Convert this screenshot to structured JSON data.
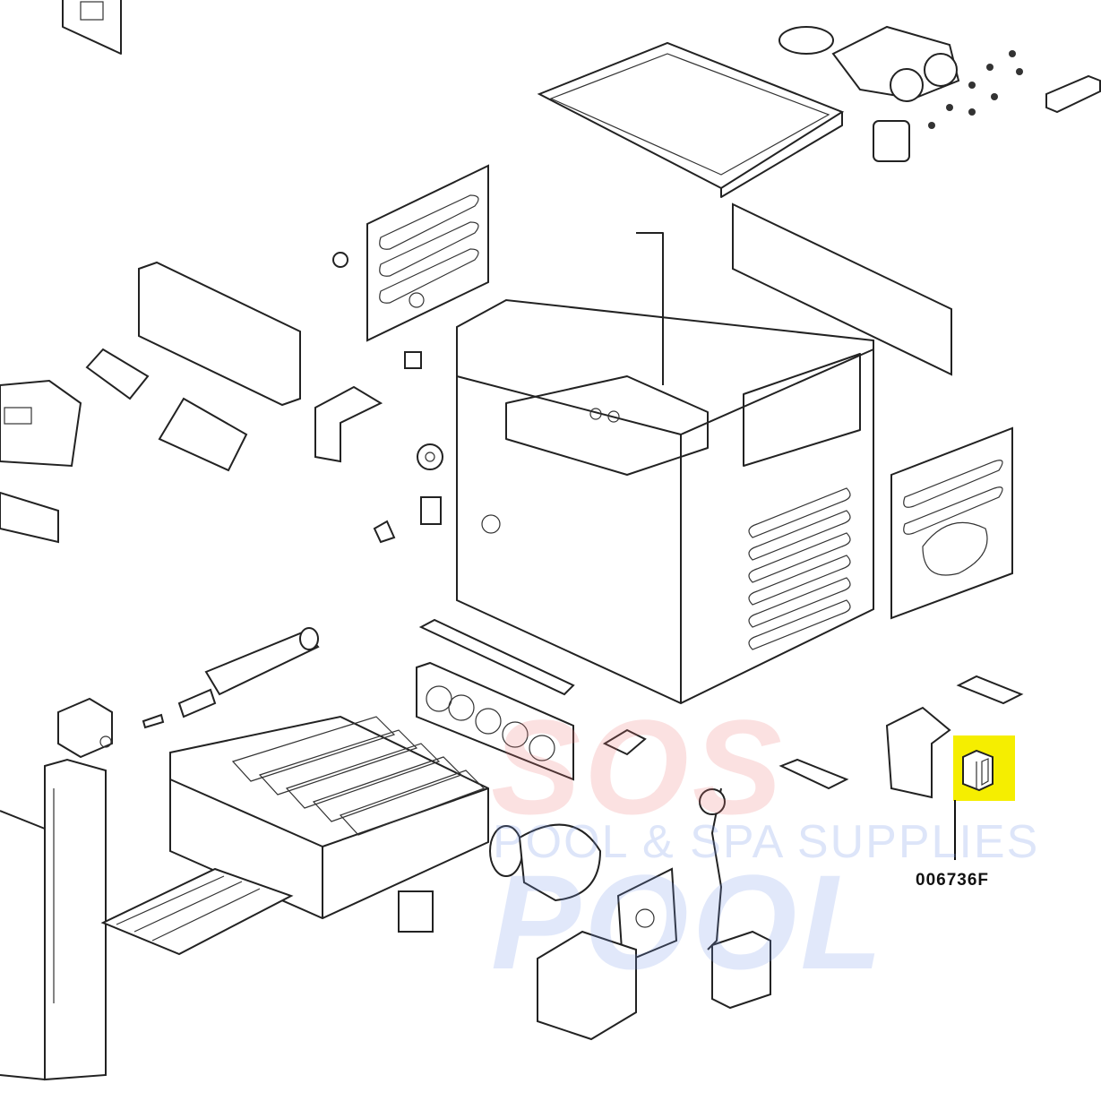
{
  "diagram": {
    "title": "Pool heater exploded parts diagram",
    "highlighted_part": {
      "part_number": "006736F",
      "highlight_color": "#f5ee00"
    }
  },
  "watermark": {
    "brand_first": "SOS",
    "brand_second": "POOL",
    "tagline": "POOL & SPA SUPPLIES"
  }
}
